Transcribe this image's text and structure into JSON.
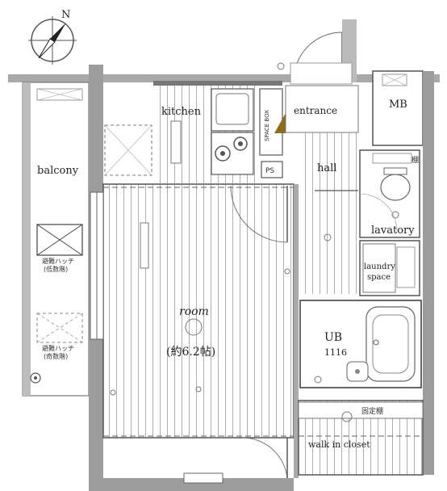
{
  "compass": {
    "north": "N"
  },
  "rooms": {
    "balcony": "balcony",
    "kitchen": "kitchen",
    "spacebox": "SPACE BOX",
    "entrance": "entrance",
    "mb": "MB",
    "hall": "hall",
    "ps": "PS",
    "lavatory": "lavatory",
    "laundry_line1": "laundry",
    "laundry_line2": "space",
    "shelf_small": "棚",
    "room": "room",
    "room_size": "(約6.2帖)",
    "ub": "UB",
    "ub_size": "1116",
    "fixed_shelf": "固定棚",
    "walk_in_closet": "walk in closet",
    "hatch_top_line1": "避難ハッチ",
    "hatch_top_line2": "(低数階)",
    "hatch_bottom_line1": "避難ハッチ",
    "hatch_bottom_line2": "(奇数階)"
  }
}
